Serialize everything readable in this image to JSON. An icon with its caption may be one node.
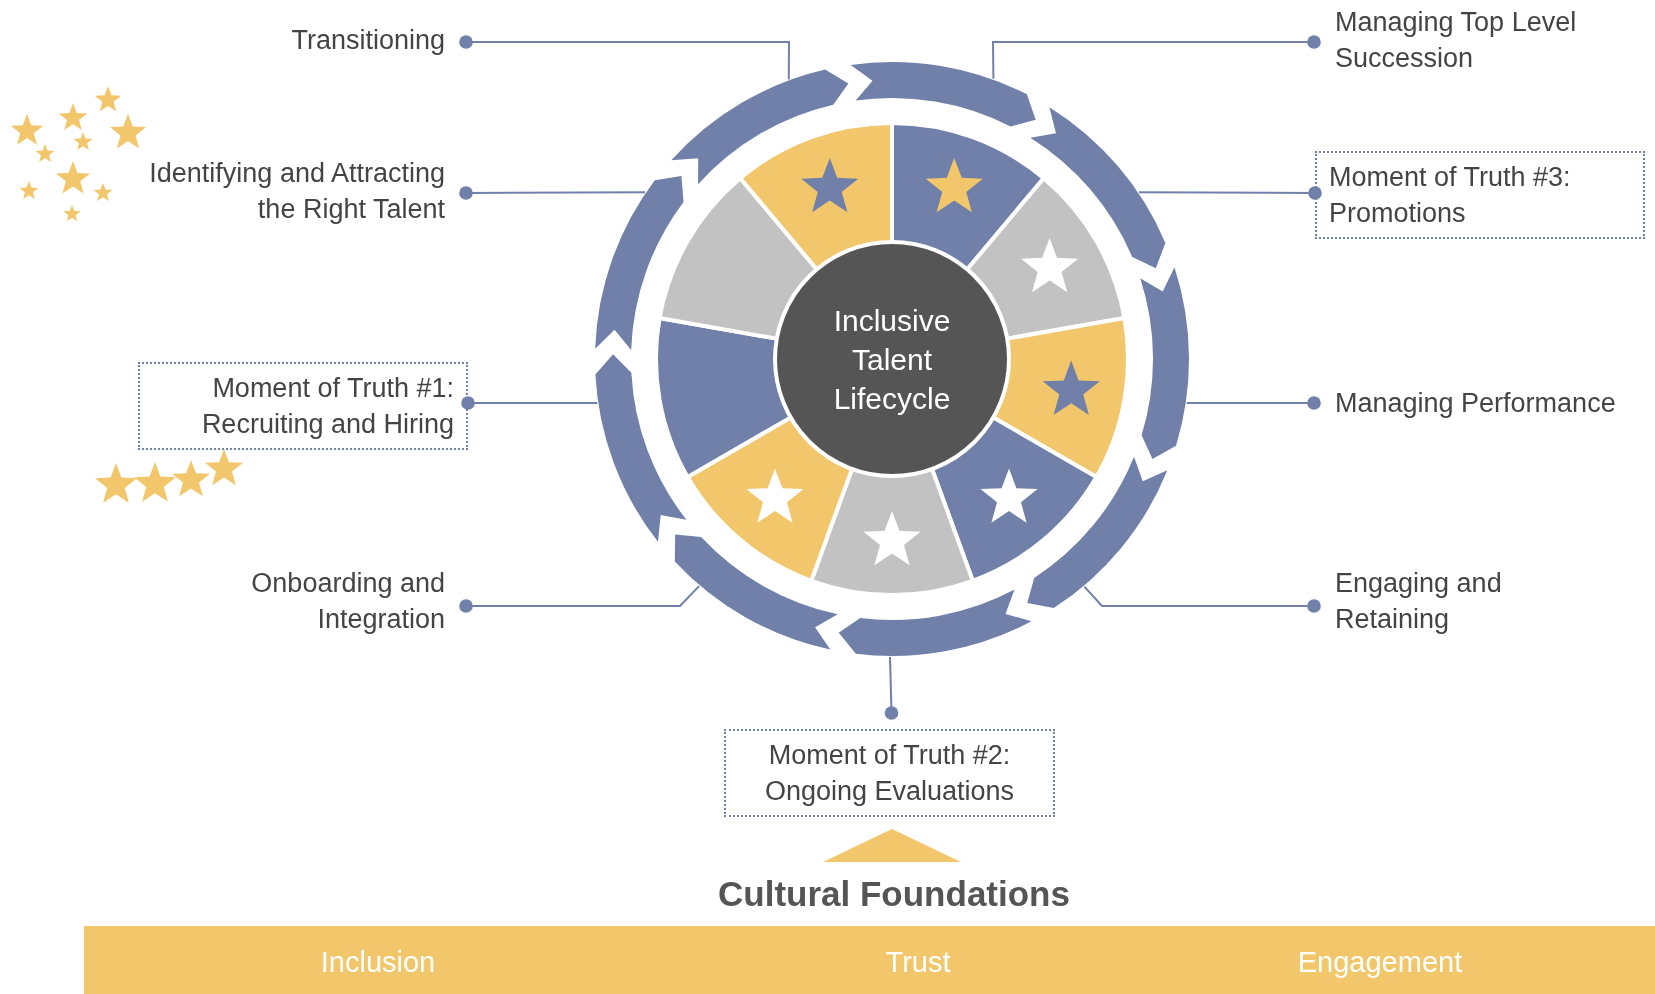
{
  "diagram": {
    "nodes": [
      {
        "text": [],
        "shape": "circle"
      },
      {
        "text": [
          "Inclusive Talent Lifecycle"
        ],
        "in": 0
      },
      {
        "text": [
          "Transitioning"
        ]
      },
      {
        "text": [
          "Managing Top Level Succession"
        ]
      },
      {
        "text": [
          "Identifying and Attracting the Right Talent"
        ]
      },
      {
        "text": [
          "Moment of Truth #3: Promotions"
        ]
      },
      {
        "text": [
          "Moment of Truth #1: Recruiting and Hiring"
        ]
      },
      {
        "text": [
          "Managing Performance"
        ]
      },
      {
        "text": [
          "Onboarding and Integration"
        ]
      },
      {
        "text": [
          "Engaging and Retaining"
        ]
      },
      {
        "text": [
          "Moment of Truth #2: Ongoing Evaluations"
        ]
      },
      {
        "text": [
          "Cultural Foundations",
          "Inclusion",
          "Trust",
          "Engagement"
        ]
      }
    ],
    "edges": [
      {
        "from": 2,
        "to": 0,
        "arrow": "other"
      },
      {
        "from": 3,
        "to": 0,
        "arrow": "other"
      },
      {
        "from": 4,
        "to": 0,
        "arrow": "other"
      },
      {
        "from": 5,
        "to": 0,
        "arrow": "other"
      },
      {
        "from": 6,
        "to": 0,
        "arrow": "other"
      },
      {
        "from": 7,
        "to": 0,
        "arrow": "other"
      },
      {
        "from": 8,
        "to": 0,
        "arrow": "other"
      },
      {
        "from": 9,
        "to": 0,
        "arrow": "other"
      },
      {
        "from": 10,
        "to": 0,
        "arrow": "other"
      }
    ]
  }
}
